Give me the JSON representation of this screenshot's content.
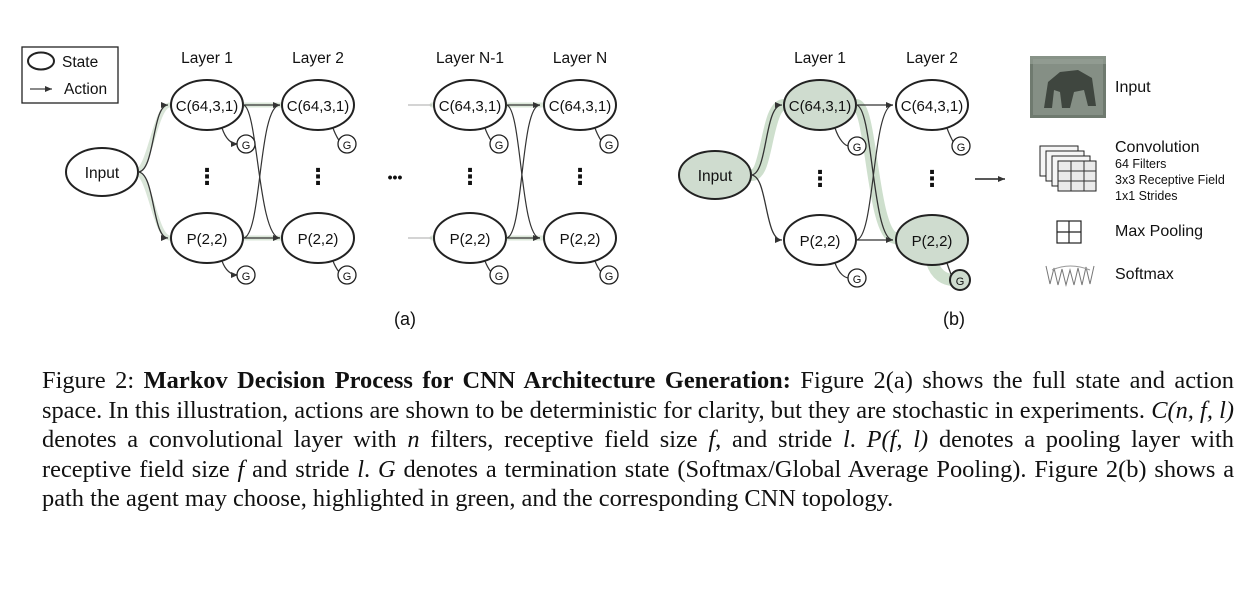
{
  "legend": {
    "state_label": "State",
    "action_label": "Action"
  },
  "panel_a": {
    "layers": [
      "Layer 1",
      "Layer 2",
      "Layer N-1",
      "Layer N"
    ],
    "input_label": "Input",
    "conv_label": "C(64,3,1)",
    "pool_label": "P(2,2)",
    "terminal_label": "G",
    "vdots": "⋮",
    "hdots": "•••",
    "sublabel": "(a)"
  },
  "panel_b": {
    "layers": [
      "Layer 1",
      "Layer 2"
    ],
    "input_label": "Input",
    "conv_label": "C(64,3,1)",
    "pool_label": "P(2,2)",
    "terminal_label": "G",
    "vdots": "⋮",
    "sublabel": "(b)",
    "highlight_color": "#d2e0d1"
  },
  "topology_legend": {
    "input": "Input",
    "convolution": "Convolution",
    "conv_filters": "64 Filters",
    "conv_field": "3x3 Receptive Field",
    "conv_strides": "1x1 Strides",
    "max_pooling": "Max Pooling",
    "softmax": "Softmax"
  },
  "caption": {
    "prefix": "Figure 2:",
    "title": "Markov Decision Process for CNN Architecture Generation:",
    "t1": " Figure 2(a) shows the full state and action space. In this illustration, actions are shown to be deterministic for clarity, but they are stochastic in experiments. ",
    "m1": "C(n, f, l)",
    "t2": " denotes a convolutional layer with ",
    "m2": "n",
    "t3": " filters, receptive field size ",
    "m3": "f",
    "t4": ", and stride ",
    "m4": "l",
    "t5": ". ",
    "m5": "P(f, l)",
    "t6": " denotes a pooling layer with receptive field size ",
    "m6": "f",
    "t7": " and stride ",
    "m7": "l",
    "t8": ". ",
    "m8": "G",
    "t9": " denotes a termination state (Softmax/Global Average Pooling). Figure 2(b) shows a path the agent may choose, highlighted in green, and the corresponding CNN topology."
  }
}
